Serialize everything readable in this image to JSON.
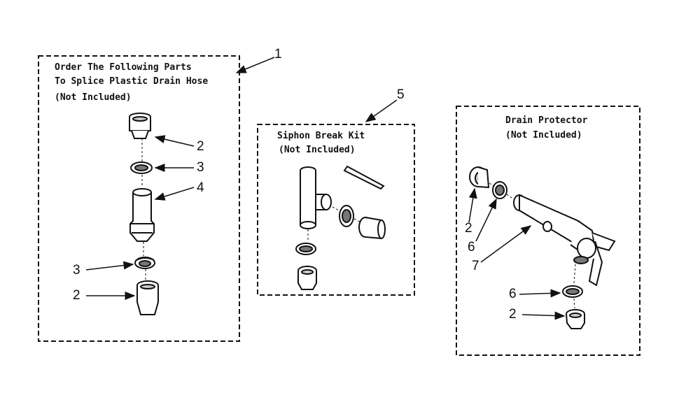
{
  "left_panel": {
    "title_line1": "Order The Following Parts",
    "title_line2": "To Splice Plastic Drain Hose",
    "title_line3": "(Not Included)",
    "ref_number": "1",
    "callouts": [
      "2",
      "3",
      "4",
      "3",
      "2"
    ]
  },
  "middle_panel": {
    "title_line1": "Siphon Break Kit",
    "title_line2": "(Not Included)",
    "ref_number": "5"
  },
  "right_panel": {
    "title_line1": "Drain Protector",
    "title_line2": "(Not Included)",
    "callouts": [
      "2",
      "6",
      "7",
      "6",
      "2"
    ]
  }
}
